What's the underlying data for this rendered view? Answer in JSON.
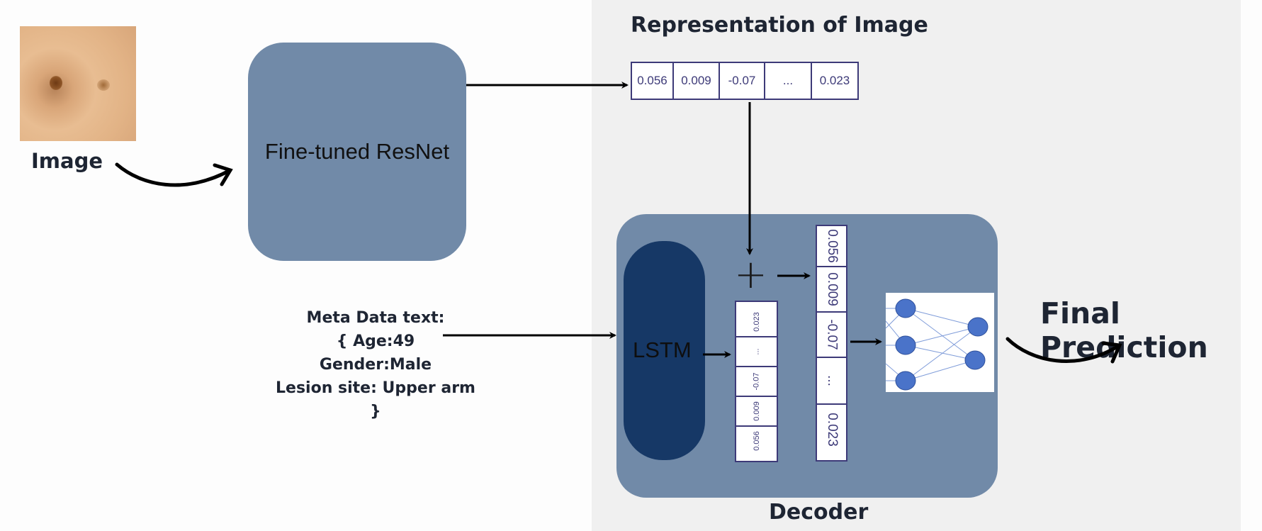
{
  "labels": {
    "image": "Image",
    "representation": "Representation of Image",
    "resnet": "Fine-tuned ResNet",
    "lstm": "LSTM",
    "decoder": "Decoder",
    "final_prediction": "Final Prediction"
  },
  "meta_text": {
    "line1": "Meta Data text:",
    "line2": "{ Age:49",
    "line3": "Gender:Male",
    "line4": "Lesion site: Upper arm",
    "line5": "}"
  },
  "image_vector": [
    "0.056",
    "0.009",
    "-0.07",
    "...",
    "0.023"
  ],
  "combined_vector": [
    "0.056",
    "0.009",
    "-0.07",
    "...",
    "0.023"
  ],
  "lstm_vector": [
    "0.023",
    "...",
    "-0.07",
    "0.009",
    "0.056"
  ],
  "plus_symbol": "+",
  "colors": {
    "box_blue": "#718aa8",
    "lstm_navy": "#163866",
    "cell_border": "#3d3a78",
    "node_blue": "#4a73c9",
    "panel_gray": "#f0f0f0"
  }
}
